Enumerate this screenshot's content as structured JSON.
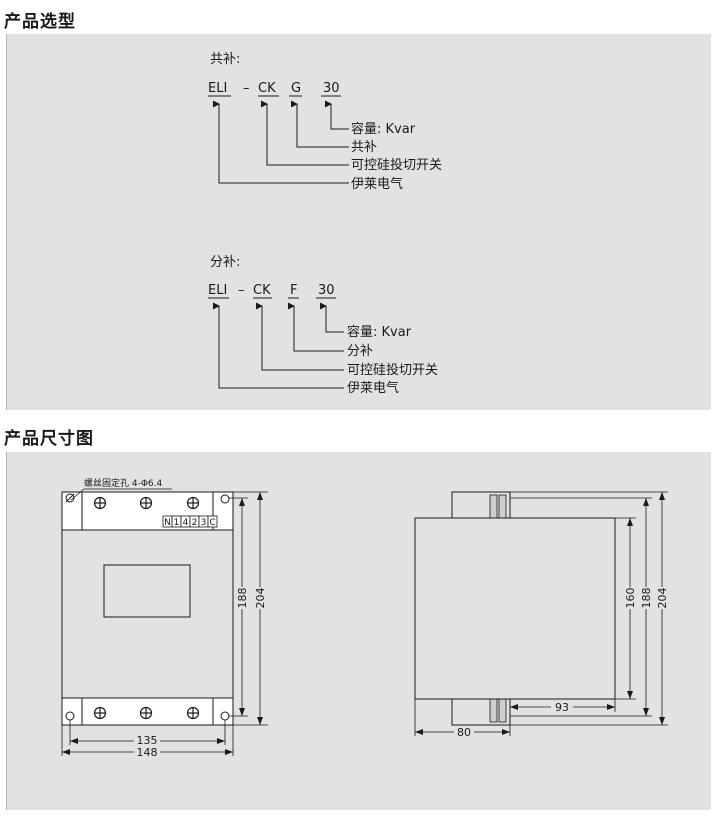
{
  "sections": {
    "selection_title": "产品选型",
    "dimension_title": "产品尺寸图"
  },
  "common": {
    "title": "共补:",
    "code_1": "ELI",
    "code_sep": "–",
    "code_2": "CK",
    "code_3": "G",
    "code_4": "30",
    "legend_capacity": "容量: Kvar",
    "legend_type": "共补",
    "legend_switch": "可控硅投切开关",
    "legend_brand": "伊莱电气"
  },
  "split": {
    "title": "分补:",
    "code_1": "ELI",
    "code_sep": "–",
    "code_2": "CK",
    "code_3": "F",
    "code_4": "30",
    "legend_capacity": "容量: Kvar",
    "legend_type": "分补",
    "legend_switch": "可控硅投切开关",
    "legend_brand": "伊莱电气"
  },
  "drawing": {
    "front": {
      "hole_note": "螺丝固定孔  4-Φ6.4",
      "terminals": [
        "N",
        "1",
        "4",
        "2",
        "3",
        "C"
      ],
      "dim_height_inner": "188",
      "dim_height_outer": "204",
      "dim_width_inner": "135",
      "dim_width_outer": "148"
    },
    "side": {
      "dim_160": "160",
      "dim_188": "188",
      "dim_204": "204",
      "dim_93": "93",
      "dim_80": "80"
    }
  }
}
